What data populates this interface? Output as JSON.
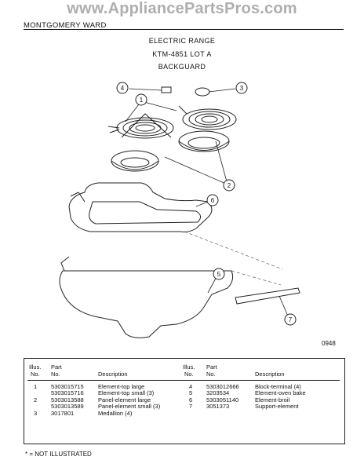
{
  "watermark": "www.AppliancePartsPros.com",
  "header": {
    "brand": "MONTGOMERY WARD",
    "title_line1": "ELECTRIC RANGE",
    "title_line2": "KTM-4851 LOT A",
    "title_line3": "BACKGUARD"
  },
  "diagram": {
    "callouts": [
      "1",
      "2",
      "3",
      "4",
      "5",
      "6",
      "7"
    ],
    "figure_code": "0948"
  },
  "parts_table": {
    "headers": {
      "illus": "Illus.",
      "no": "No.",
      "part": "Part",
      "part_no": "No.",
      "description": "Description"
    },
    "left": [
      {
        "illus": "1",
        "part": "5303015715",
        "description": "Element-top large"
      },
      {
        "illus": "",
        "part": "5303015716",
        "description": "Element-top small (3)"
      },
      {
        "illus": "2",
        "part": "5303013588",
        "description": "Panel-element large"
      },
      {
        "illus": "",
        "part": "5303013589",
        "description": "Panel-element small (3)"
      },
      {
        "illus": "3",
        "part": "3017801",
        "description": "Medallion (4)"
      }
    ],
    "right": [
      {
        "illus": "4",
        "part": "5303012666",
        "description": "Block-terminal (4)"
      },
      {
        "illus": "5",
        "part": "3203534",
        "description": "Element-oven bake"
      },
      {
        "illus": "6",
        "part": "5303051140",
        "description": "Element-broil"
      },
      {
        "illus": "7",
        "part": "3051373",
        "description": "Support-element"
      }
    ]
  },
  "footnote": "* = NOT ILLUSTRATED"
}
